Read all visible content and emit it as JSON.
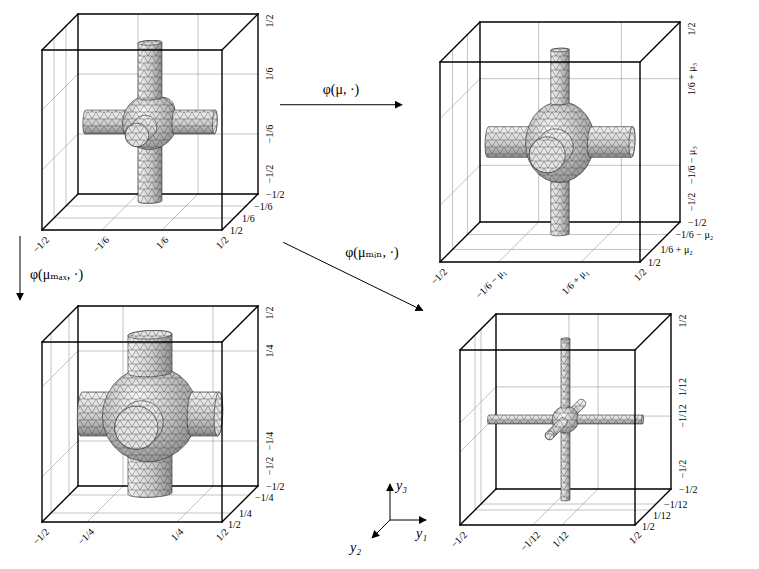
{
  "diagram": {
    "nodes": [
      {
        "text": [
          "1/2",
          "1/6",
          "−1/6",
          "−1/2",
          "−1/2",
          "−1/6",
          "1/6",
          "1/2",
          "−1/2",
          "−1/6",
          "1/6",
          "1/2"
        ]
      },
      {
        "text": [
          "1/2",
          "1/6 + μ₃",
          "−1/6 − μ₃",
          "−1/2",
          "−1/2",
          "−1/6 − μ₂",
          "1/6 + μ₂",
          "1/2",
          "−1/2",
          "−1/6 − μ₁",
          "1/6 + μ₁",
          "1/2"
        ]
      },
      {
        "text": [
          "1/2",
          "1/4",
          "−1/4",
          "−1/2",
          "−1/2",
          "−1/4",
          "1/4",
          "1/2",
          "−1/2",
          "−1/4",
          "1/4",
          "1/2"
        ]
      },
      {
        "text": [
          "1/2",
          "1/12",
          "−1/12",
          "−1/2",
          "−1/2",
          "−1/12",
          "1/12",
          "1/2",
          "−1/2",
          "−1/12",
          "1/12",
          "1/2"
        ]
      }
    ],
    "edges": [
      {
        "from": 0,
        "to": 1,
        "label": "φ(μ, ·)",
        "arrow": "to"
      },
      {
        "from": 0,
        "to": 2,
        "label": "φ(μₘₐₓ, ·)",
        "arrow": "to"
      },
      {
        "from": 0,
        "to": 3,
        "label": "φ(μₘᵢₙ, ·)",
        "arrow": "to"
      }
    ],
    "labels": [
      "y₃",
      "y₂",
      "y₁"
    ]
  }
}
